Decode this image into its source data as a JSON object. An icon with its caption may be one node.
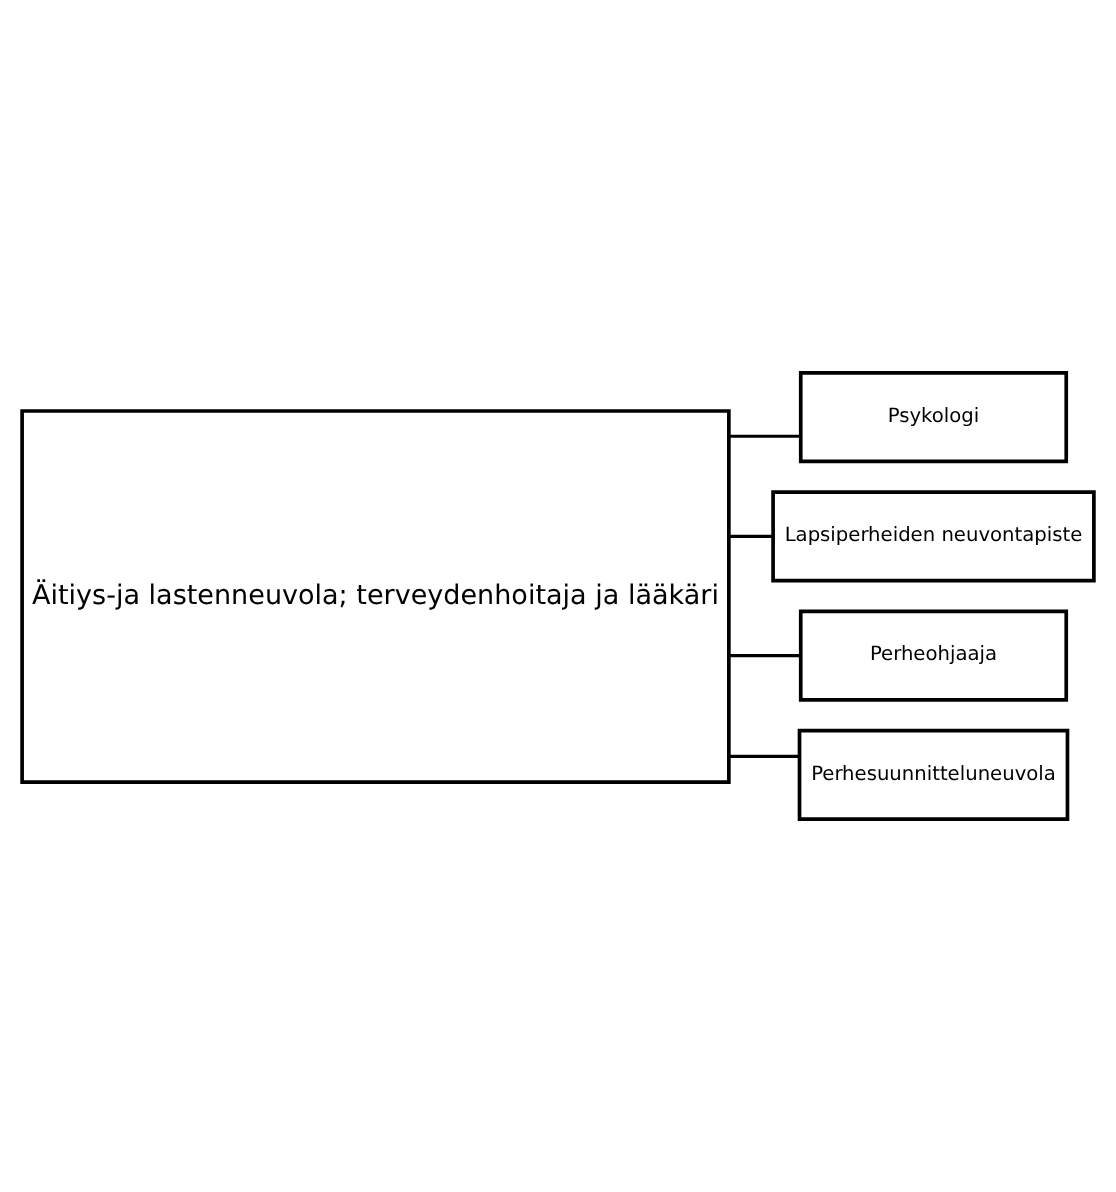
{
  "diagram": {
    "nodes": [
      {
        "text": [
          "Äitiys-ja lastenneuvola; terveydenhoitaja ja lääkäri"
        ]
      },
      {
        "text": [
          "Psykologi"
        ]
      },
      {
        "text": [
          "Lapsiperheiden neuvontapiste"
        ]
      },
      {
        "text": [
          "Perheohjaaja"
        ]
      },
      {
        "text": [
          "Perhesuunnitteluneuvola"
        ]
      }
    ],
    "edges": [
      {
        "from": 0,
        "to": 1,
        "arrow": "none"
      },
      {
        "from": 0,
        "to": 2,
        "arrow": "none"
      },
      {
        "from": 0,
        "to": 3,
        "arrow": "none"
      },
      {
        "from": 0,
        "to": 4,
        "arrow": "none"
      }
    ]
  }
}
